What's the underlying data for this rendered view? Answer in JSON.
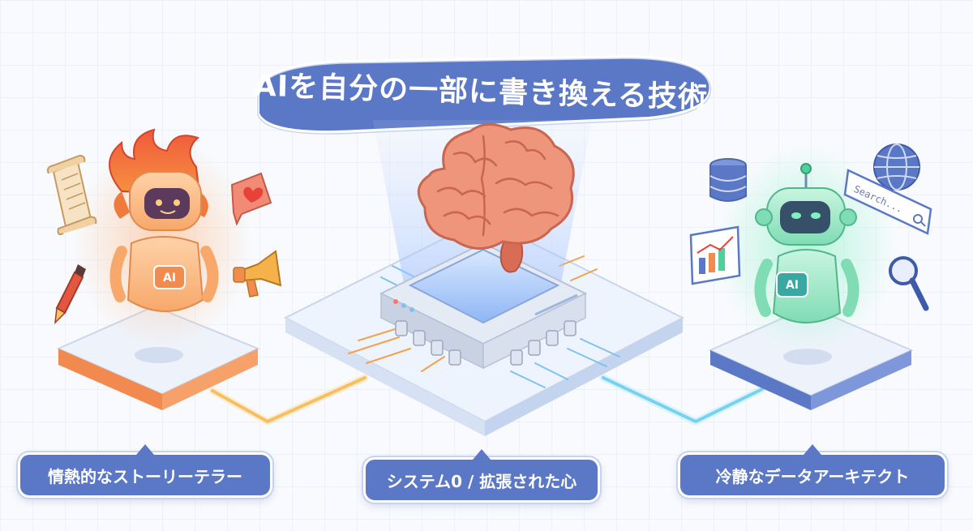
{
  "title": "AIを自分の一部に書き換える技術",
  "labels": {
    "left": "情熱的なストーリーテラー",
    "center": "システム0 / 拡張された心",
    "right": "冷静なデータアーキテクト"
  },
  "robots": {
    "left_badge": "AI",
    "right_badge": "AI"
  },
  "search_bar": {
    "placeholder": "Search..."
  },
  "icons": {
    "left": [
      "scroll-icon",
      "pen-icon",
      "heart-message-icon",
      "megaphone-icon"
    ],
    "right": [
      "database-icon",
      "globe-icon",
      "search-bar-icon",
      "chart-icon",
      "magnifier-icon"
    ]
  },
  "colors": {
    "banner": "#5b78c6",
    "left_accent": "#f2894e",
    "right_accent": "#4fcf9a",
    "brain": "#ec8e76",
    "connector_left": "#f5b04a",
    "connector_right": "#5fc6e8"
  }
}
